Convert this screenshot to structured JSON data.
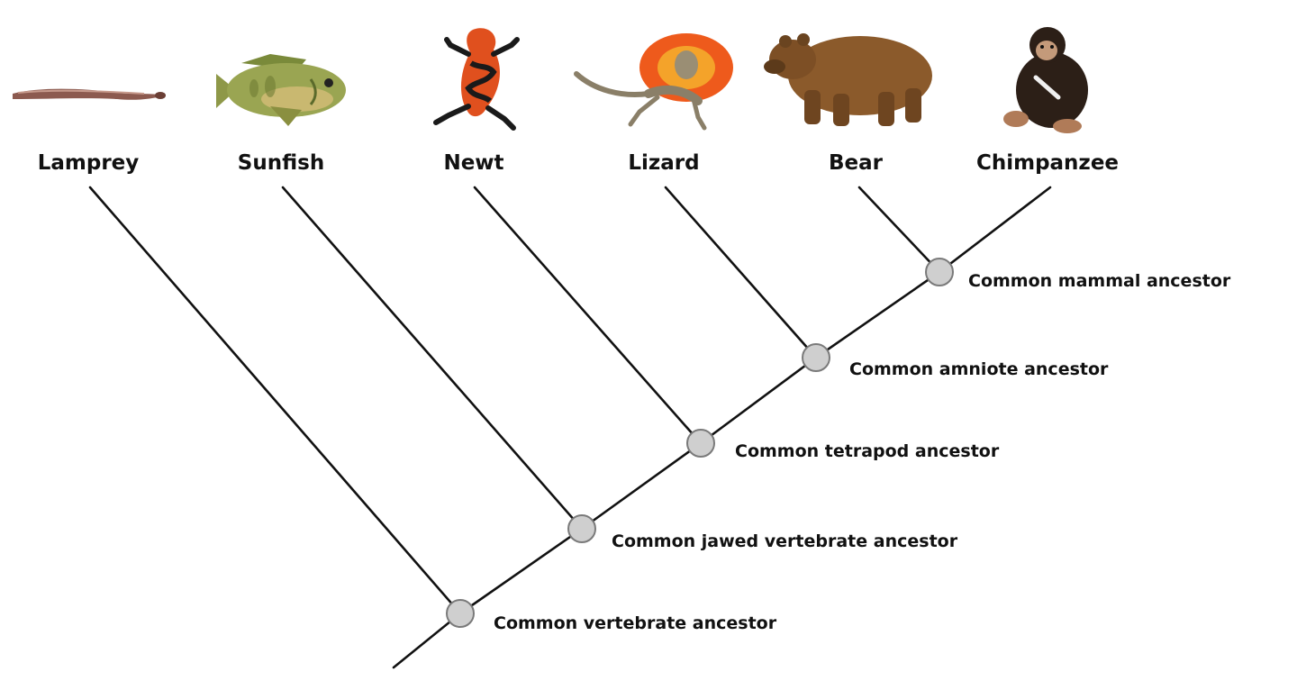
{
  "taxa": [
    {
      "label": "Lamprey",
      "icon": "lamprey-icon"
    },
    {
      "label": "Sunfish",
      "icon": "sunfish-icon"
    },
    {
      "label": "Newt",
      "icon": "newt-icon"
    },
    {
      "label": "Lizard",
      "icon": "lizard-icon"
    },
    {
      "label": "Bear",
      "icon": "bear-icon"
    },
    {
      "label": "Chimpanzee",
      "icon": "chimpanzee-icon"
    }
  ],
  "nodes": [
    {
      "label": "Common vertebrate ancestor"
    },
    {
      "label": "Common jawed vertebrate ancestor"
    },
    {
      "label": "Common tetrapod ancestor"
    },
    {
      "label": "Common amniote ancestor"
    },
    {
      "label": "Common mammal ancestor"
    }
  ],
  "colors": {
    "line": "#111111",
    "node_fill": "#cfcfcf",
    "node_stroke": "#7a7a7a"
  }
}
